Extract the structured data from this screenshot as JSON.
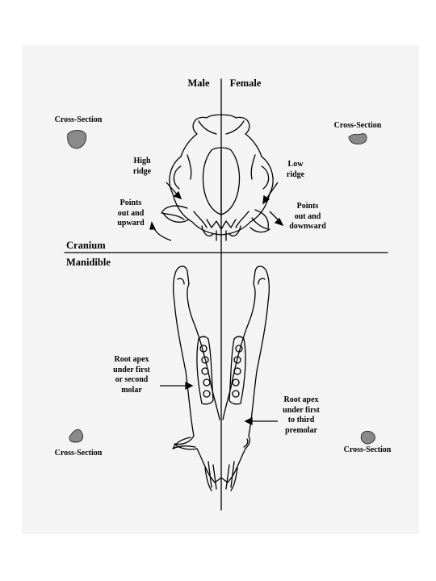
{
  "header": {
    "left": "Male",
    "right": "Female"
  },
  "sections": {
    "top": "Cranium",
    "bottom": "Manidible"
  },
  "cranium": {
    "cross_section_left": "Cross-Section",
    "cross_section_right": "Cross-Section",
    "male_ridge": "High\nridge",
    "female_ridge": "Low\nridge",
    "male_points": "Points\nout and\nupward",
    "female_points": "Points\nout and\ndownward"
  },
  "mandible": {
    "male_root": "Root apex\nunder first\nor second\nmolar",
    "female_root": "Root apex\nunder first\nto third\npremolar",
    "cross_section_left": "Cross-Section",
    "cross_section_right": "Cross-Section"
  },
  "colors": {
    "shape_fill": "#8a8a8a",
    "line": "#000000",
    "background": "#f4f4f4"
  }
}
